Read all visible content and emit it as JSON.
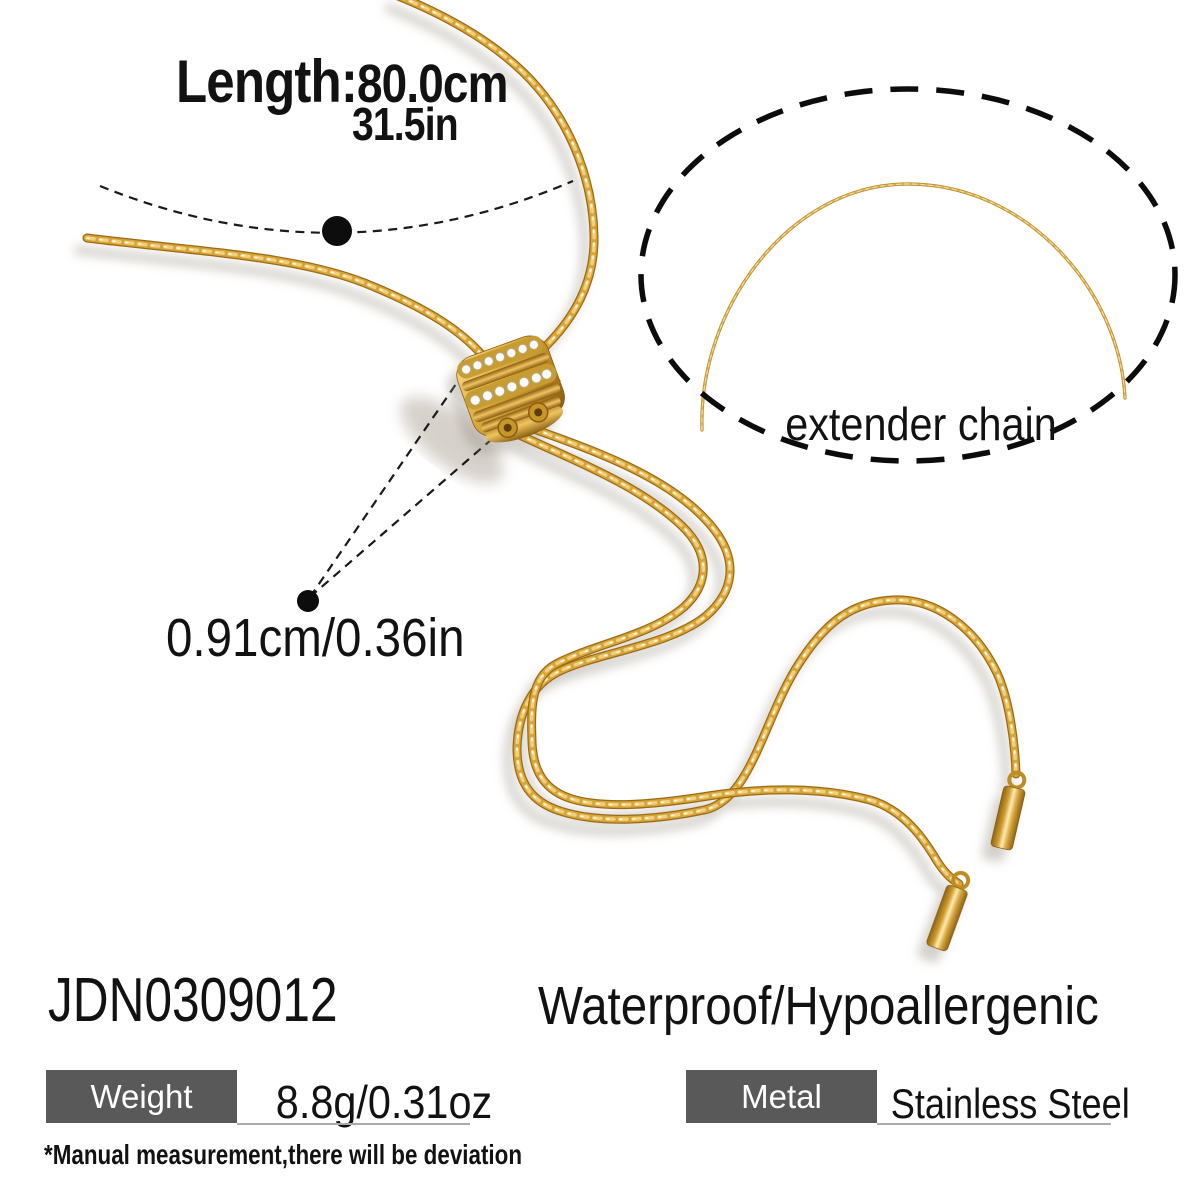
{
  "annotations": {
    "length_label": "Length:",
    "length_value": "80.0cm",
    "length_alt": "31.5in",
    "slider_dimension": "0.91cm/0.36in",
    "extender_label": "extender chain"
  },
  "product": {
    "code": "JDN0309012",
    "features": "Waterproof/Hypoallergenic",
    "disclaimer": "*Manual measurement,there will be deviation"
  },
  "specs": {
    "weight": {
      "label": "Weight",
      "value": "8.8g/0.31oz"
    },
    "metal": {
      "label": "Metal",
      "value": "Stainless Steel"
    }
  },
  "colors": {
    "background": "#ffffff",
    "ink": "#121212",
    "gold_dark": "#9a6a15",
    "gold_mid": "#d7a437",
    "gold_light": "#f0cf7e",
    "gold_sheen": "#fffbe8",
    "spec_label_bg": "#595959",
    "spec_label_text": "#ffffff",
    "underline": "#ababab"
  }
}
